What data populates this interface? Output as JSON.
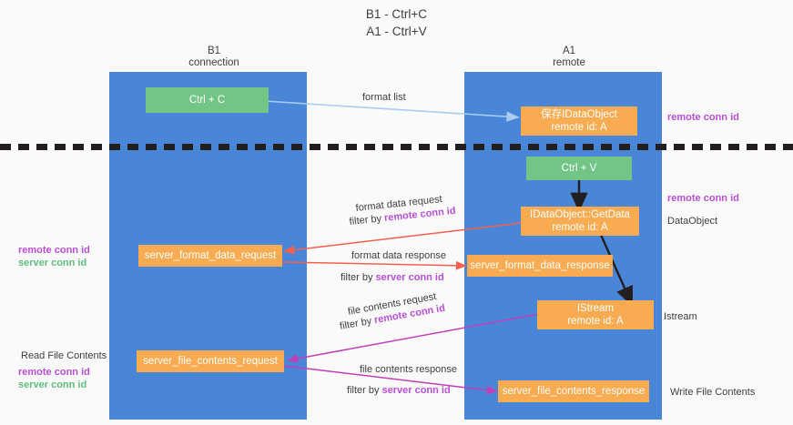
{
  "title": {
    "line1": "B1 - Ctrl+C",
    "line2": "A1 - Ctrl+V"
  },
  "colors": {
    "lane": "#4a86d8",
    "node_green": "#71c685",
    "node_orange": "#f9ab52",
    "accent_purple": "#b84fd4",
    "accent_green": "#5fbd7a",
    "arrow_blue": "#a8cdf0",
    "arrow_red": "#f4604c",
    "arrow_magenta": "#c040b8",
    "arrow_black": "#231f20",
    "background": "#fafafa",
    "text": "#3c4043"
  },
  "lanes": [
    {
      "id": "b1",
      "header_line1": "B1",
      "header_line2": "connection"
    },
    {
      "id": "a1",
      "header_line1": "A1",
      "header_line2": "remote"
    }
  ],
  "nodes": [
    {
      "id": "ctrl-c",
      "label": "Ctrl + C",
      "sub": "",
      "style": "green"
    },
    {
      "id": "save-idataobject",
      "label": "保存IDataObject",
      "sub": "remote id: A",
      "style": "orange"
    },
    {
      "id": "ctrl-v",
      "label": "Ctrl + V",
      "sub": "",
      "style": "green"
    },
    {
      "id": "idataobject-getdata",
      "label": "IDataObject::GetData",
      "sub": "remote id: A",
      "style": "orange"
    },
    {
      "id": "server-format-data-request",
      "label": "server_format_data_request",
      "sub": "",
      "style": "orange"
    },
    {
      "id": "server-format-data-response",
      "label": "server_format_data_response",
      "sub": "",
      "style": "orange"
    },
    {
      "id": "istream",
      "label": "IStream",
      "sub": "remote id: A",
      "style": "orange"
    },
    {
      "id": "server-file-contents-request",
      "label": "server_file_contents_request",
      "sub": "",
      "style": "orange"
    },
    {
      "id": "server-file-contents-response",
      "label": "server_file_contents_response",
      "sub": "",
      "style": "orange"
    }
  ],
  "edge_labels": {
    "format_list": "format list",
    "format_data_request": "format data request",
    "filter_by_1_prefix": "filter by ",
    "filter_by_1_key": "remote conn id",
    "format_data_response": "format data response",
    "filter_by_2_prefix": "filter by ",
    "filter_by_2_key": "server conn id",
    "file_contents_request": "file contents request",
    "filter_by_3_prefix": "filter by ",
    "filter_by_3_key": "remote conn id",
    "file_contents_response": "file contents response",
    "filter_by_4_prefix": "filter by ",
    "filter_by_4_key": "server conn id"
  },
  "left_annotations": [
    {
      "id": "left-keys-1",
      "remote": "remote conn id",
      "server": "server conn id"
    },
    {
      "id": "read-file-contents",
      "text": "Read File Contents"
    },
    {
      "id": "left-keys-2",
      "remote": "remote conn id",
      "server": "server conn id"
    }
  ],
  "right_annotations": [
    {
      "id": "right-remote-1",
      "text": "remote conn id",
      "kind": "purple"
    },
    {
      "id": "right-remote-2",
      "text": "remote conn id",
      "kind": "purple"
    },
    {
      "id": "right-dataobject",
      "text": "DataObject",
      "kind": "plain"
    },
    {
      "id": "right-istream",
      "text": "Istream",
      "kind": "plain"
    },
    {
      "id": "right-write-file",
      "text": "Write File Contents",
      "kind": "plain"
    }
  ]
}
